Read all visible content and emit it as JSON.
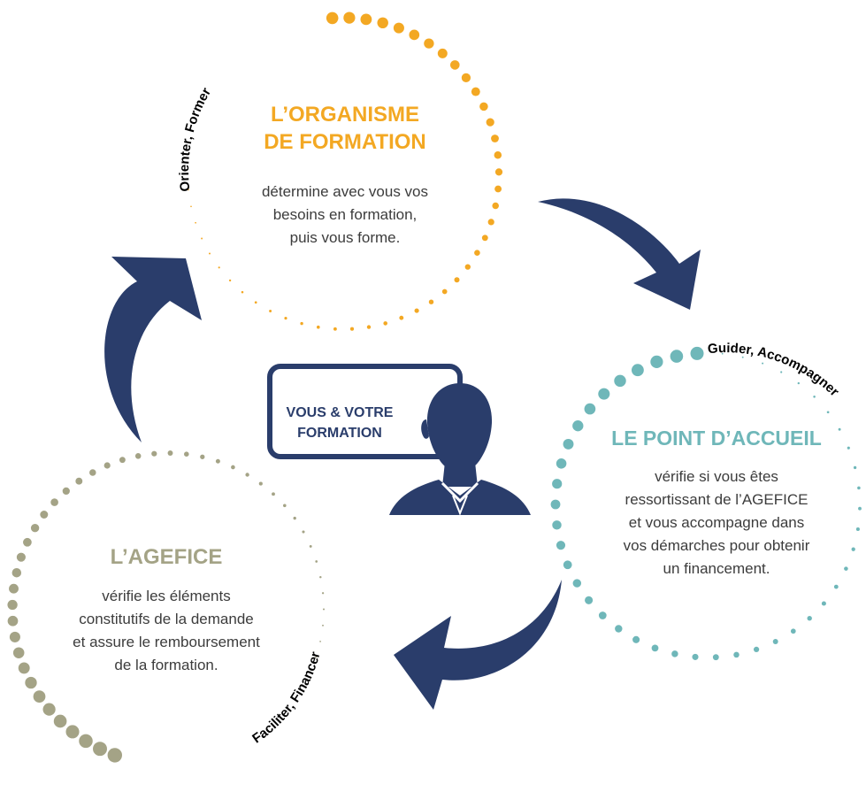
{
  "colors": {
    "orange": "#f3a823",
    "teal": "#6fb7b9",
    "olive": "#a4a386",
    "navy": "#2a3d6b",
    "text": "#3c3c3c",
    "label": "#000000"
  },
  "icons": {
    "person": "person-silhouette-icon"
  },
  "center": {
    "line1": "VOUS & VOTRE",
    "line2": "FORMATION"
  },
  "organisme": {
    "title_line1": "L’ORGANISME",
    "title_line2": "DE FORMATION",
    "desc_line1": "détermine avec vous vos",
    "desc_line2": "besoins en formation,",
    "desc_line3": "puis vous forme.",
    "arc_label": "Orienter, Former"
  },
  "accueil": {
    "title": "LE POINT D’ACCUEIL",
    "desc_line1": "vérifie si vous êtes",
    "desc_line2": "ressortissant de l’AGEFICE",
    "desc_line3": "et vous accompagne dans",
    "desc_line4": "vos démarches pour obtenir",
    "desc_line5": "un financement.",
    "arc_label": "Guider, Accompagner"
  },
  "agefice": {
    "title": "L’AGEFICE",
    "desc_line1": "vérifie les éléments",
    "desc_line2": "constitutifs de la demande",
    "desc_line3": "et assure le remboursement",
    "desc_line4": "de la formation.",
    "arc_label": "Faciliter, Financer"
  }
}
